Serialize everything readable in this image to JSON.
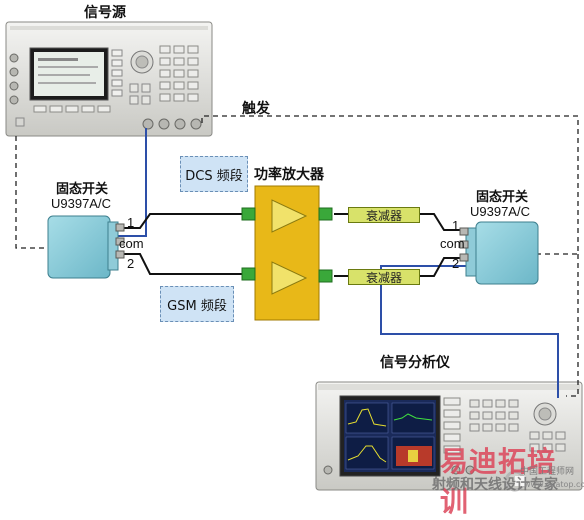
{
  "labels": {
    "signal_source": "信号源",
    "trigger": "触发",
    "left_switch_title": "固态开关",
    "left_switch_model": "U9397A/C",
    "right_switch_title": "固态开关",
    "right_switch_model": "U9397A/C",
    "power_amplifier": "功率放大器",
    "dcs_band": "DCS 频段",
    "gsm_band": "GSM 频段",
    "attenuator_top": "衰减器",
    "attenuator_bottom": "衰减器",
    "signal_analyzer": "信号分析仪",
    "left_port_1": "1",
    "left_port_com": "com",
    "left_port_2": "2",
    "right_port_1": "1",
    "right_port_com": "com",
    "right_port_2": "2"
  },
  "watermark": {
    "main": "易迪拓培训",
    "sub": "射频和天线设计专家",
    "url": "www.edatop.com",
    "small": "中国工程师网"
  },
  "colors": {
    "switch": "#8ecfdc",
    "amp_body": "#e8b818",
    "amp_triangle": "#f1e26a",
    "port": "#3aa83a",
    "attenuator": "#d8e26a",
    "band_box": "#cfe3f5",
    "blue_line": "#2d4fa8"
  }
}
